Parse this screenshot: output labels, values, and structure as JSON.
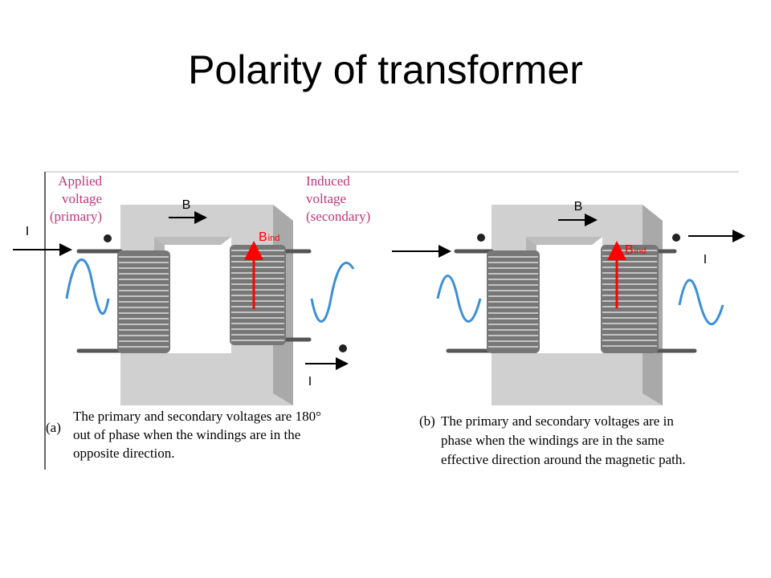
{
  "slide": {
    "title": "Polarity of transformer"
  },
  "panel_a": {
    "applied": [
      "Applied",
      "voltage",
      "(primary)"
    ],
    "induced": [
      "Induced",
      "voltage",
      "(secondary)"
    ],
    "caption_label": "(a)",
    "caption": [
      "The primary and secondary voltages are 180°",
      "out of phase when the windings are in the",
      "opposite direction."
    ],
    "flux_label": "B",
    "induced_flux_label": "B",
    "induced_flux_sub": "ind",
    "primary_current_label": "I",
    "secondary_current_label": "I"
  },
  "panel_b": {
    "caption_label": "(b)",
    "caption": [
      "The primary and secondary voltages are in",
      "phase when the windings are in the same",
      "effective direction around the magnetic path."
    ],
    "flux_label": "B",
    "induced_flux_label": "B",
    "induced_flux_sub": "ind",
    "current_label": "I"
  },
  "colors": {
    "label_text": "#c0367a",
    "induced_arrow": "#ff0000",
    "core": "#c8c8c8"
  }
}
